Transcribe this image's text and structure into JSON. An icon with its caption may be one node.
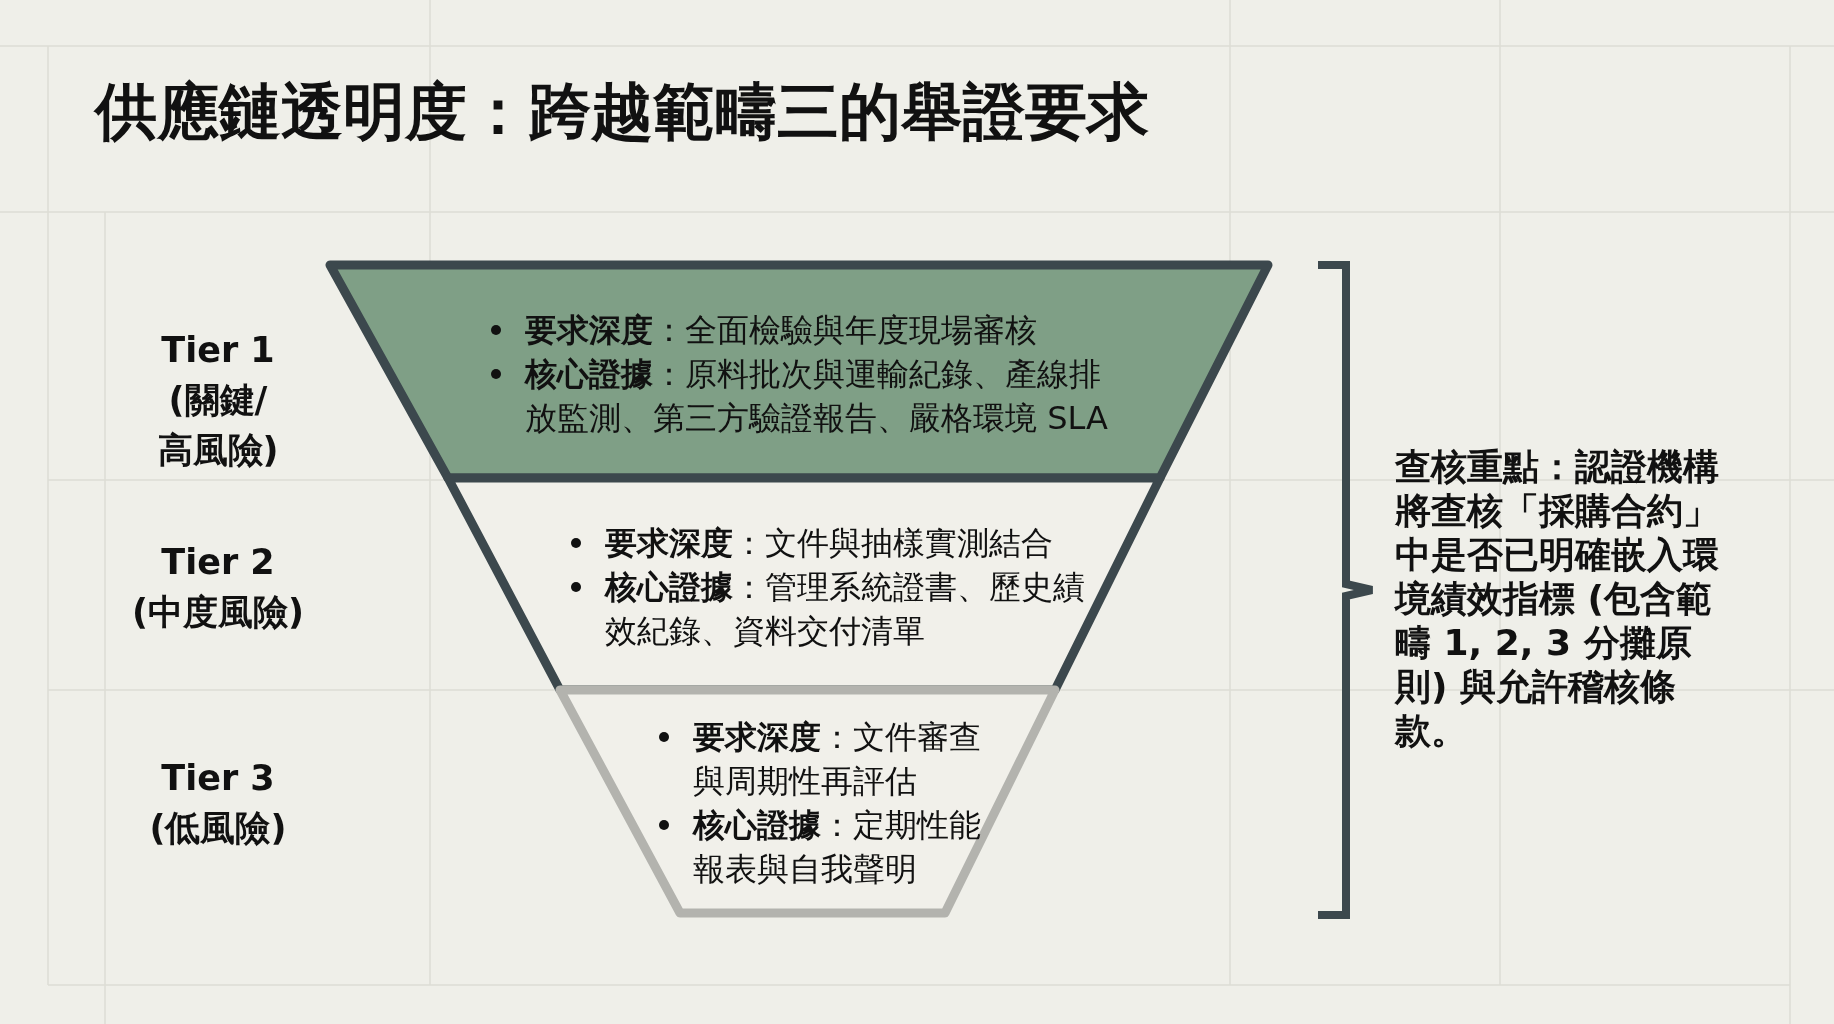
{
  "diagram": {
    "title": "供應鏈透明度：跨越範疇三的舉證要求",
    "nodes": [
      {
        "text": [
          "**要求深度**：全面檢驗與年度現場審核",
          "**核心證據**：原料批次與運輸紀錄、產線排放監測、第三方驗證報告、嚴格環境 SLA"
        ]
      },
      {
        "text": [
          "**要求深度**：文件與抽樣實測結合",
          "**核心證據**：管理系統證書、歷史績效紀錄、資料交付清單"
        ]
      },
      {
        "text": [
          "**要求深度**：文件審查與周期性再評估",
          "**核心證據**：定期性能報表與自我聲明"
        ]
      }
    ],
    "labels": [
      "Tier 1 (關鍵/高風險)",
      "Tier 2 (中度風險)",
      "Tier 3 (低風險)",
      "查核重點：認證機構將查核「採購合約」中是否已明確嵌入環境績效指標 (包含範疇 1, 2, 3 分攤原則) 與允許稽核條款。"
    ]
  }
}
